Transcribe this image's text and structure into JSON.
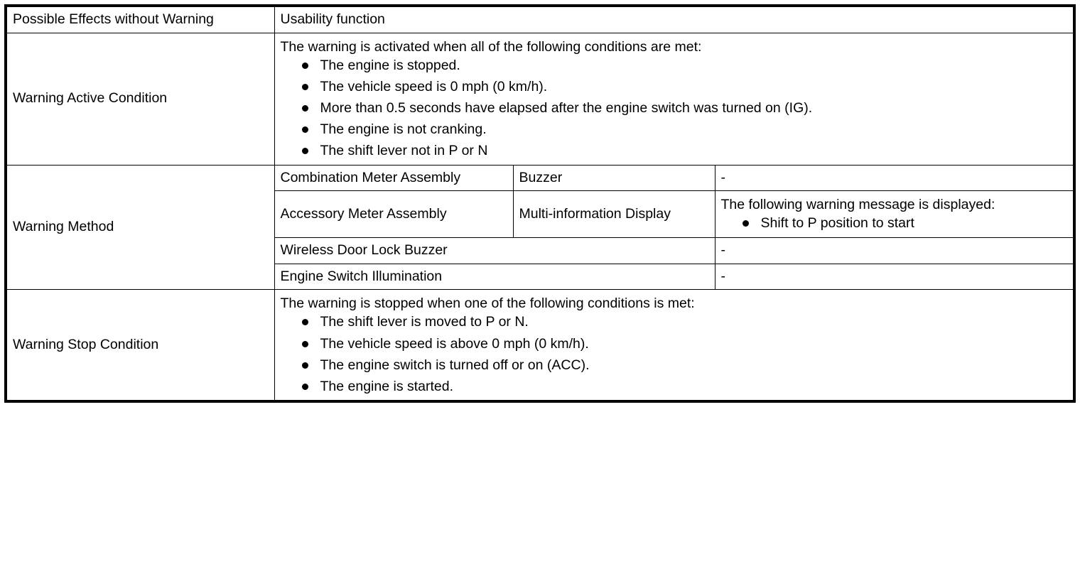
{
  "table": {
    "rows": {
      "possible_effects": {
        "label": "Possible Effects without Warning",
        "value": "Usability function"
      },
      "warning_active_condition": {
        "label": "Warning Active Condition",
        "intro": "The warning is activated when all of the following conditions are met:",
        "bullets": [
          "The engine is stopped.",
          "The vehicle speed is 0 mph (0 km/h).",
          "More than 0.5 seconds have elapsed after the engine switch was turned on (IG).",
          "The engine is not cranking.",
          "The shift lever not in P or N"
        ]
      },
      "warning_method": {
        "label": "Warning Method",
        "items": [
          {
            "component": "Combination Meter Assembly",
            "device": "Buzzer",
            "detail": "-"
          },
          {
            "component": "Accessory Meter Assembly",
            "device": "Multi-information Display",
            "detail_intro": "The following warning message is displayed:",
            "detail_bullets": [
              "Shift to P position to start"
            ]
          },
          {
            "component": "Wireless Door Lock Buzzer",
            "detail": "-"
          },
          {
            "component": "Engine Switch Illumination",
            "detail": "-"
          }
        ]
      },
      "warning_stop_condition": {
        "label": "Warning Stop Condition",
        "intro": "The warning is stopped when one of the following conditions is met:",
        "bullets": [
          "The shift lever is moved to P or N.",
          "The vehicle speed is above 0 mph (0 km/h).",
          "The engine switch is turned off or on (ACC).",
          "The engine is started."
        ]
      }
    }
  }
}
